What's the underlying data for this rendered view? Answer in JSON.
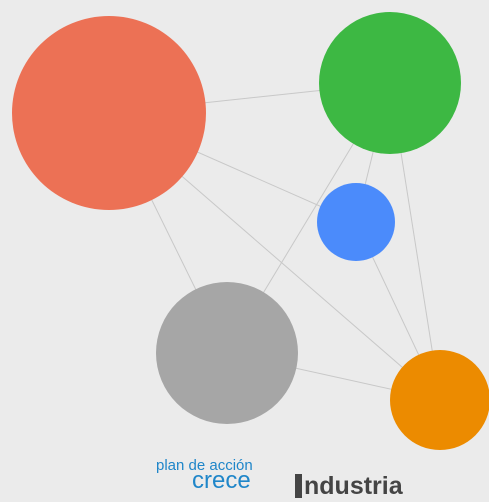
{
  "diagram": {
    "background": "#ebebeb",
    "edge_color": "#c8c8c8",
    "nodes": [
      {
        "id": "red",
        "color": "#ec7155"
      },
      {
        "id": "green",
        "color": "#3db843"
      },
      {
        "id": "blue",
        "color": "#4b8bfb"
      },
      {
        "id": "gray",
        "color": "#a6a6a6"
      },
      {
        "id": "orange",
        "color": "#ec8b00"
      }
    ],
    "edges": [
      [
        "red",
        "green"
      ],
      [
        "red",
        "blue"
      ],
      [
        "red",
        "gray"
      ],
      [
        "red",
        "orange"
      ],
      [
        "green",
        "blue"
      ],
      [
        "green",
        "gray"
      ],
      [
        "green",
        "orange"
      ],
      [
        "blue",
        "orange"
      ],
      [
        "gray",
        "orange"
      ]
    ]
  },
  "logo": {
    "line1": "plan de acción",
    "line2": "crece",
    "line3": "ndustria",
    "accent_color": "#1f86c9",
    "dark_color": "#444444"
  }
}
